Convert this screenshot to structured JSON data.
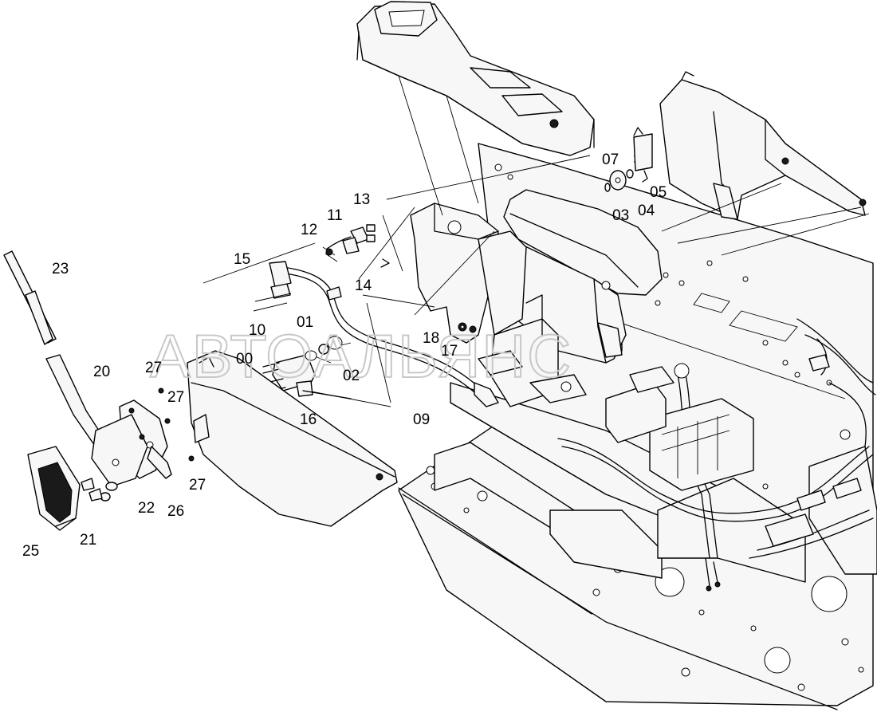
{
  "watermark": "АВТОАЛЬЯНС",
  "callouts": [
    "07",
    "05",
    "03",
    "04",
    "13",
    "11",
    "12",
    "15",
    "14",
    "10",
    "01",
    "18",
    "17",
    "00",
    "02",
    "09",
    "16",
    "23",
    "27",
    "20",
    "27",
    "27",
    "22",
    "26",
    "21",
    "25"
  ]
}
